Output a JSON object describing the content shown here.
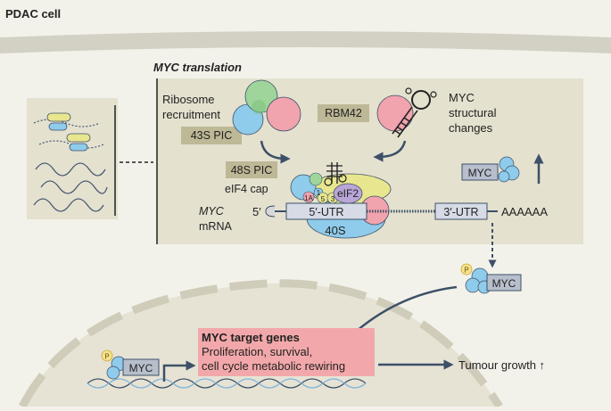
{
  "header": {
    "cell_label": "PDAC cell"
  },
  "panel": {
    "title": "MYC translation"
  },
  "labels": {
    "ribosome_recruitment_line1": "Ribosome",
    "ribosome_recruitment_line2": "recruitment",
    "pic43s": "43S PIC",
    "rbm42": "RBM42",
    "structural_line1": "MYC",
    "structural_line2": "structural",
    "structural_line3": "changes",
    "pic48s": "48S PIC",
    "eif4cap": "eIF4 cap",
    "eif2": "eIF2",
    "eif1a": "1A",
    "eif1": "1",
    "eif5": "5",
    "eif3": "3",
    "mrna_myc": "MYC",
    "mrna_word": "mRNA",
    "five_prime": "5′",
    "utr5": "5′-UTR",
    "utr3": "3′-UTR",
    "subunit40s": "40S",
    "polya": "AAAAAA",
    "myc_protein": "MYC",
    "phospho": "P",
    "target_genes_title": "MYC target genes",
    "target_genes_line1": "Proliferation, survival,",
    "target_genes_line2": "cell cycle metabolic rewiring",
    "tumour_growth": "Tumour growth ↑"
  },
  "colors": {
    "background": "#f3f2ea",
    "panel": "#e4e1cf",
    "membrane": "#d3d1c4",
    "nucleus": "#e6e3d5",
    "label_box": "#bdb896",
    "highlight": "#f2a8aa",
    "blue_protein": "#8fcbea",
    "pink_protein": "#f1a3ae",
    "green_protein": "#9fd59b",
    "yellow": "#e8e68e",
    "purple": "#b9a6d6",
    "arrow": "#3d5068"
  }
}
